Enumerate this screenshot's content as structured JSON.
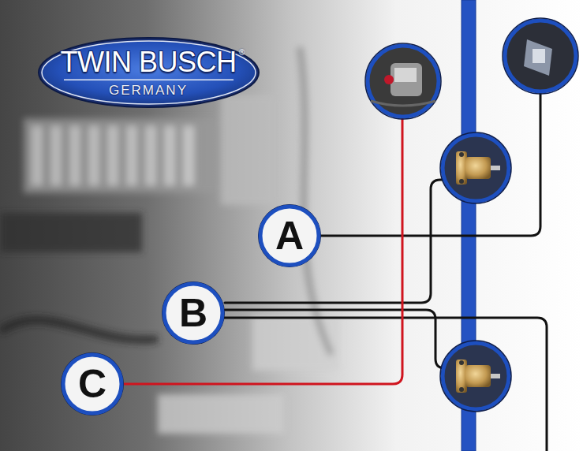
{
  "diagram": {
    "nodes": [
      {
        "text": [
          "TWIN BUSCH",
          "GERMANY"
        ]
      },
      {
        "text": [
          "A"
        ]
      },
      {
        "text": [
          "B"
        ]
      },
      {
        "text": [
          "C"
        ]
      }
    ],
    "labels": [
      "®"
    ]
  }
}
